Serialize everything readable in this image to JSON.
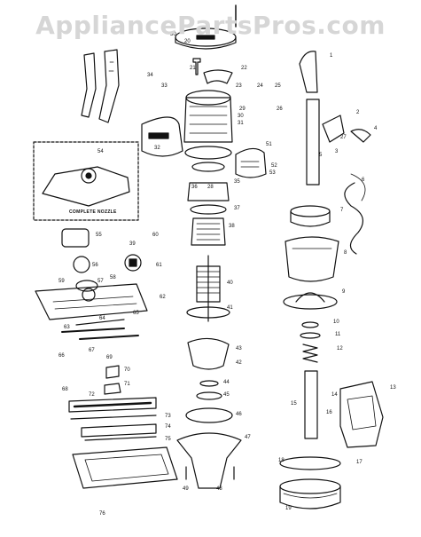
{
  "watermark": "AppliancePartsPros.com",
  "inset_caption": "COMPLETE NOZZLE",
  "part_numbers": [
    "1",
    "2",
    "3",
    "4",
    "5",
    "6",
    "7",
    "8",
    "9",
    "10",
    "11",
    "12",
    "13",
    "14",
    "15",
    "16",
    "17",
    "18",
    "19",
    "20",
    "21",
    "22",
    "23",
    "24",
    "25",
    "26",
    "27",
    "28",
    "29",
    "30",
    "31",
    "32",
    "33",
    "34",
    "35",
    "36",
    "37",
    "38",
    "39",
    "40",
    "41",
    "42",
    "43",
    "44",
    "45",
    "46",
    "47",
    "48",
    "49",
    "50",
    "51",
    "52",
    "53",
    "54",
    "55",
    "56",
    "57",
    "58",
    "59",
    "60",
    "61",
    "62",
    "63",
    "64",
    "65",
    "66",
    "67",
    "68",
    "69",
    "70",
    "71",
    "72",
    "73",
    "74",
    "75",
    "76"
  ],
  "colors": {
    "ink": "#111111",
    "watermark": "#d6d6d6",
    "paper": "#ffffff"
  }
}
